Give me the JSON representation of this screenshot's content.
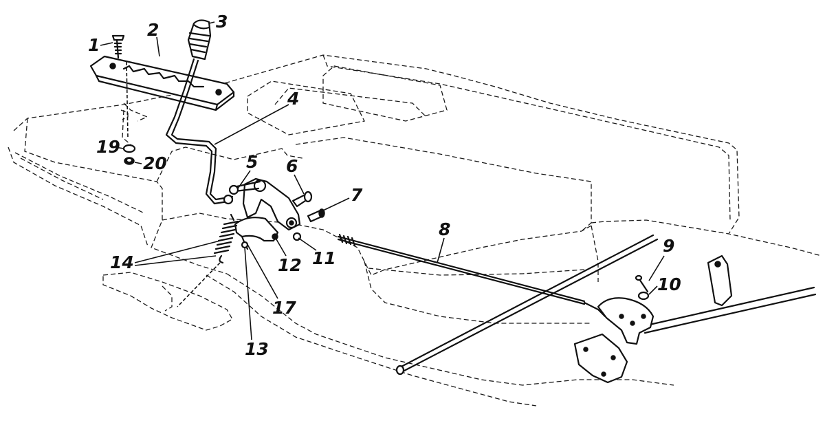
{
  "figure": {
    "type": "exploded parts diagram",
    "callouts": [
      {
        "id": "c1",
        "label": "1"
      },
      {
        "id": "c2",
        "label": "2"
      },
      {
        "id": "c3",
        "label": "3"
      },
      {
        "id": "c4",
        "label": "4"
      },
      {
        "id": "c5",
        "label": "5"
      },
      {
        "id": "c6",
        "label": "6"
      },
      {
        "id": "c7",
        "label": "7"
      },
      {
        "id": "c8",
        "label": "8"
      },
      {
        "id": "c9",
        "label": "9"
      },
      {
        "id": "c10",
        "label": "10"
      },
      {
        "id": "c11",
        "label": "11"
      },
      {
        "id": "c12",
        "label": "12"
      },
      {
        "id": "c13",
        "label": "13"
      },
      {
        "id": "c14",
        "label": "14"
      },
      {
        "id": "c17",
        "label": "17"
      },
      {
        "id": "c19",
        "label": "19"
      },
      {
        "id": "c20",
        "label": "20"
      }
    ]
  }
}
